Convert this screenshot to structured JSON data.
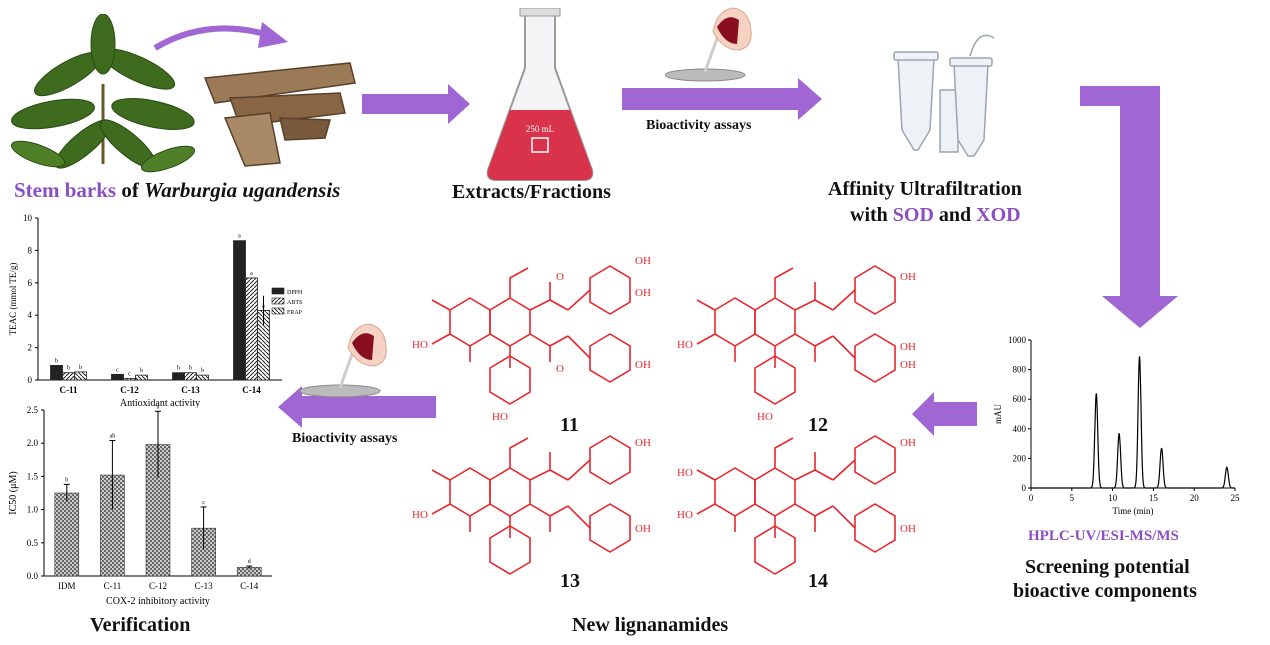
{
  "colors": {
    "accent_purple": "#a066d3",
    "structure_red": "#e8262d",
    "flask_liquid": "#d8334a",
    "leaf_green": "#3e6b1e",
    "bark_brown": "#8b6a4a"
  },
  "labels": {
    "stem_barks_prefix": "Stem barks",
    "stem_barks_of": " of ",
    "species": "Warburgia ugandensis",
    "extracts": "Extracts/Fractions",
    "bioassay_top": "Bioactivity assays",
    "affinity_line1": "Affinity Ultrafiltration",
    "affinity_line2_a": "with ",
    "sod": "SOD",
    "affinity_and": " and ",
    "xod": "XOD",
    "hplc": "HPLC-UV/ESI-MS/MS",
    "screening_line1": "Screening potential",
    "screening_line2": "bioactive components",
    "bioassay_mid": "Bioactivity assays",
    "new_lignanamides": "New lignanamides",
    "verification": "Verification",
    "compound_11": "11",
    "compound_12": "12",
    "compound_13": "13",
    "compound_14": "14",
    "flask_mark": "250 mL"
  },
  "icons": [
    "plant-icon",
    "bark-icon",
    "flask-icon",
    "dropper-hand-icon",
    "microtube-icon",
    "arrow-icon"
  ],
  "chart_data": [
    {
      "type": "bar",
      "title": "Antioxidant activity",
      "xlabel": "",
      "ylabel": "TEAC (mmol TE/g)",
      "categories": [
        "C-11",
        "C-12",
        "C-13",
        "C-14"
      ],
      "ylim": [
        0,
        10
      ],
      "yticks": [
        0,
        2,
        4,
        6,
        8,
        10
      ],
      "series": [
        {
          "name": "DPPH",
          "values": [
            0.9,
            0.35,
            0.45,
            8.6
          ],
          "letters": [
            "b",
            "c",
            "b",
            "a"
          ]
        },
        {
          "name": "ABTS",
          "values": [
            0.45,
            0.1,
            0.45,
            6.3
          ],
          "letters": [
            "b",
            "c",
            "b",
            "a"
          ]
        },
        {
          "name": "FRAP",
          "values": [
            0.5,
            0.3,
            0.3,
            4.3
          ],
          "letters": [
            "b",
            "b",
            "b",
            "a"
          ]
        }
      ],
      "legend": "upper-right"
    },
    {
      "type": "bar",
      "title": "COX-2 inhibitory activity",
      "xlabel": "",
      "ylabel": "IC50 (μM)",
      "categories": [
        "IDM",
        "C-11",
        "C-12",
        "C-13",
        "C-14"
      ],
      "values": [
        1.25,
        1.52,
        1.98,
        0.72,
        0.13
      ],
      "errors": [
        0.13,
        0.52,
        0.5,
        0.32,
        0.02
      ],
      "letters": [
        "b",
        "ab",
        "a",
        "c",
        "d"
      ],
      "ylim": [
        0,
        2.5
      ],
      "yticks": [
        0.0,
        0.5,
        1.0,
        1.5,
        2.0,
        2.5
      ]
    },
    {
      "type": "line",
      "title": "",
      "xlabel": "Time (min)",
      "ylabel": "mAU",
      "xlim": [
        0,
        25
      ],
      "ylim": [
        0,
        1000
      ],
      "xticks": [
        0,
        5,
        10,
        15,
        20,
        25
      ],
      "yticks": [
        0,
        200,
        400,
        600,
        800,
        1000
      ],
      "peaks": [
        {
          "x": 8.0,
          "y": 640
        },
        {
          "x": 10.8,
          "y": 370
        },
        {
          "x": 13.3,
          "y": 890
        },
        {
          "x": 16.0,
          "y": 270
        },
        {
          "x": 24.0,
          "y": 140
        }
      ]
    }
  ]
}
